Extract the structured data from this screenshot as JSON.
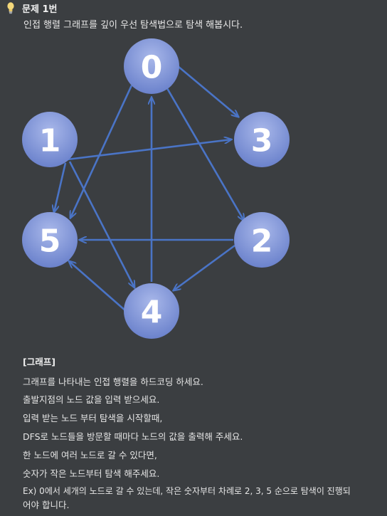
{
  "header": {
    "title": "문제 1번",
    "subtitle": "인접 행렬 그래프를 깊이 우선 탐색법으로 탐색 해봅시다."
  },
  "graph": {
    "nodes": [
      {
        "label": "0"
      },
      {
        "label": "1"
      },
      {
        "label": "3"
      },
      {
        "label": "5"
      },
      {
        "label": "2"
      },
      {
        "label": "4"
      }
    ],
    "edges": [
      {
        "from": "0",
        "to": "3"
      },
      {
        "from": "0",
        "to": "2"
      },
      {
        "from": "0",
        "to": "5"
      },
      {
        "from": "1",
        "to": "3"
      },
      {
        "from": "1",
        "to": "5"
      },
      {
        "from": "1",
        "to": "4"
      },
      {
        "from": "2",
        "to": "5"
      },
      {
        "from": "2",
        "to": "4"
      },
      {
        "from": "4",
        "to": "0"
      },
      {
        "from": "4",
        "to": "5"
      }
    ],
    "colors": {
      "node_top": "#9fb0e6",
      "node_bottom": "#6f86cf",
      "edge": "#4a74c6"
    }
  },
  "content": {
    "section_title": "[그래프]",
    "lines": [
      "그래프를 나타내는 인접 행렬을 하드코딩 하세요.",
      "출발지점의 노드 값을 입력 받으세요.",
      "입력 받는 노드 부터 탐색을 시작할때,",
      "DFS로 노드들을 방문할 때마다 노드의 값을 출력해 주세요.",
      "한 노드에 여러 노드로 갈 수 있다면,",
      "숫자가 작은 노드부터 탐색 해주세요.",
      "Ex) 0에서 세개의 노드로 갈 수 있는데, 작은 숫자부터 차례로 2, 3, 5 순으로 탐색이 진행되",
      "어야 합니다."
    ]
  }
}
